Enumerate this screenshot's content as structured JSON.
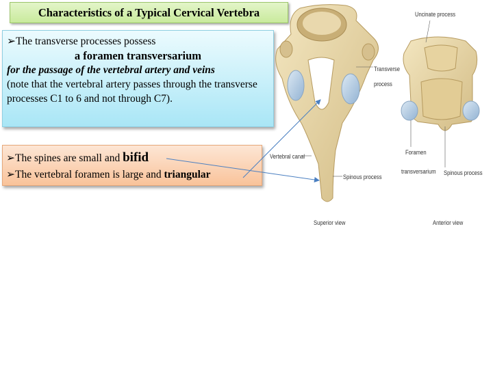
{
  "title": "Characteristics of a Typical Cervical Vertebra",
  "blue_box": {
    "bullet": "➢",
    "line1": "The transverse processes possess",
    "line2": "a foramen transversarium",
    "line3": "for the passage of the vertebral artery and veins",
    "line4": " (note that the vertebral artery passes through the transverse processes C1 to 6 and not through C7)."
  },
  "orange_box": {
    "bullet": "➢",
    "spines_text": "The spines are small and ",
    "spines_bold": "bifid",
    "foramen_text": "The vertebral foramen is large and ",
    "foramen_bold": "triangular"
  },
  "figure_labels": {
    "uncinate": "Uncinate process",
    "transverse_line1": "Transverse",
    "transverse_line2": "process",
    "vertebral_canal": "Vertebral canal",
    "spinous_left": "Spinous process",
    "foramen_line1": "Foramen",
    "foramen_line2": "transversarium",
    "spinous_right": "Spinous process",
    "superior_view": "Superior view",
    "anterior_view": "Anterior view"
  },
  "colors": {
    "bone": "#e8d6a6",
    "cartilage": "#b9cfe3",
    "arrow": "#4a7fc1"
  }
}
